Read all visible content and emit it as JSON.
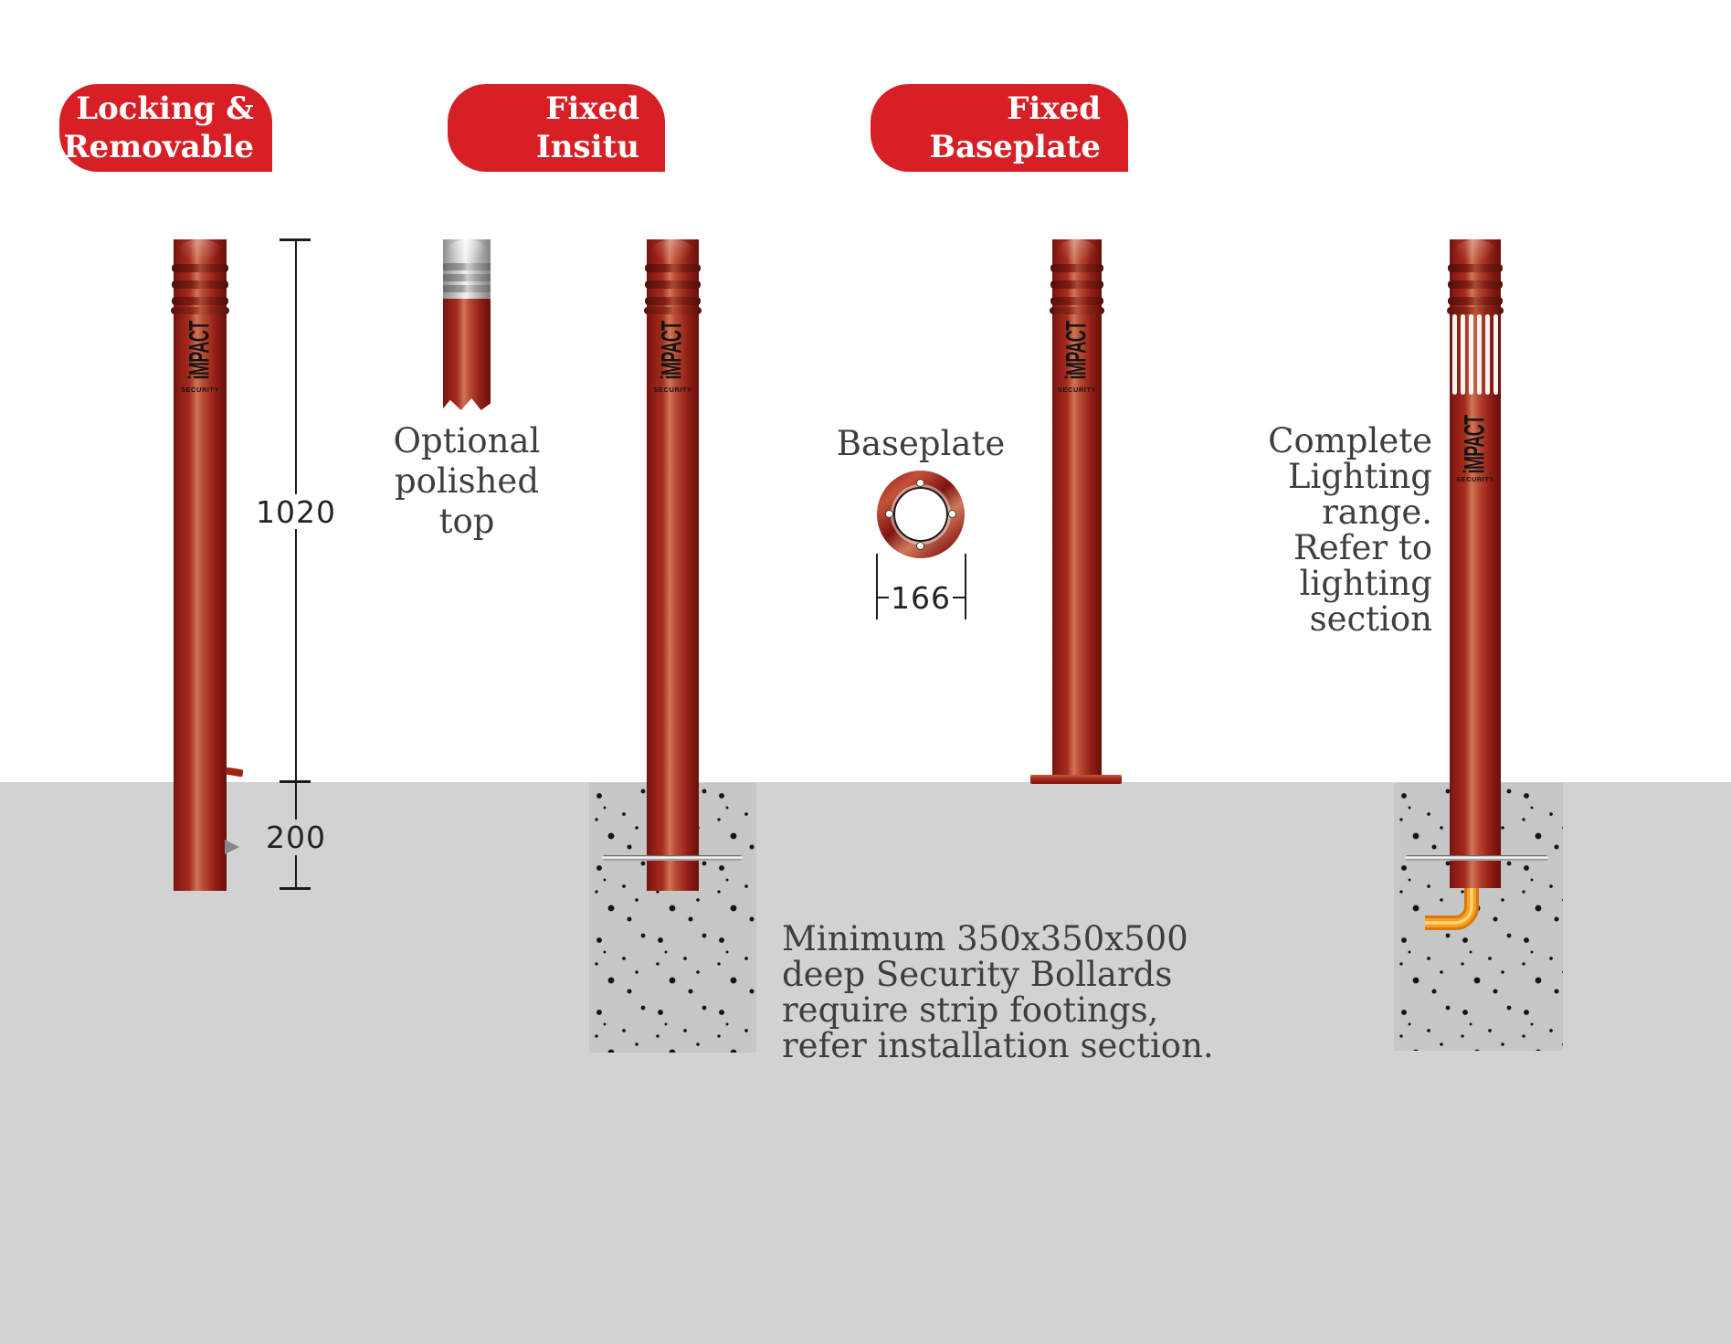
{
  "badges": [
    {
      "lines": [
        "Locking &",
        "Removable"
      ]
    },
    {
      "lines": [
        "Fixed",
        "Insitu"
      ]
    },
    {
      "lines": [
        "Fixed",
        "Baseplate"
      ]
    }
  ],
  "brand": {
    "name": "iMPACT",
    "sub": "SECURITY"
  },
  "dimensions": {
    "height_above_ground": "1020",
    "depth_below_ground": "200",
    "baseplate_width": "166"
  },
  "annotations": {
    "optional_top_lines": [
      "Optional",
      "polished",
      "top"
    ],
    "baseplate_label": "Baseplate",
    "lighting_lines": [
      "Complete",
      "Lighting",
      "range.",
      "Refer to",
      "lighting",
      "section"
    ],
    "footing_note_lines": [
      "Minimum 350x350x500",
      "deep Security Bollards",
      "require strip footings,",
      "refer installation section."
    ]
  },
  "colors": {
    "badge_red": "#d71f26",
    "bollard_red": "#a52b1e",
    "bollard_dark": "#731410",
    "bollard_highlight": "#cf7557",
    "ground_gray": "#d2d2d2",
    "footing_gray": "#c6c6c6",
    "conduit_orange": "#f7a01f",
    "dimension_ink": "#1c1c1c",
    "text_gray": "#3e3e3e"
  }
}
